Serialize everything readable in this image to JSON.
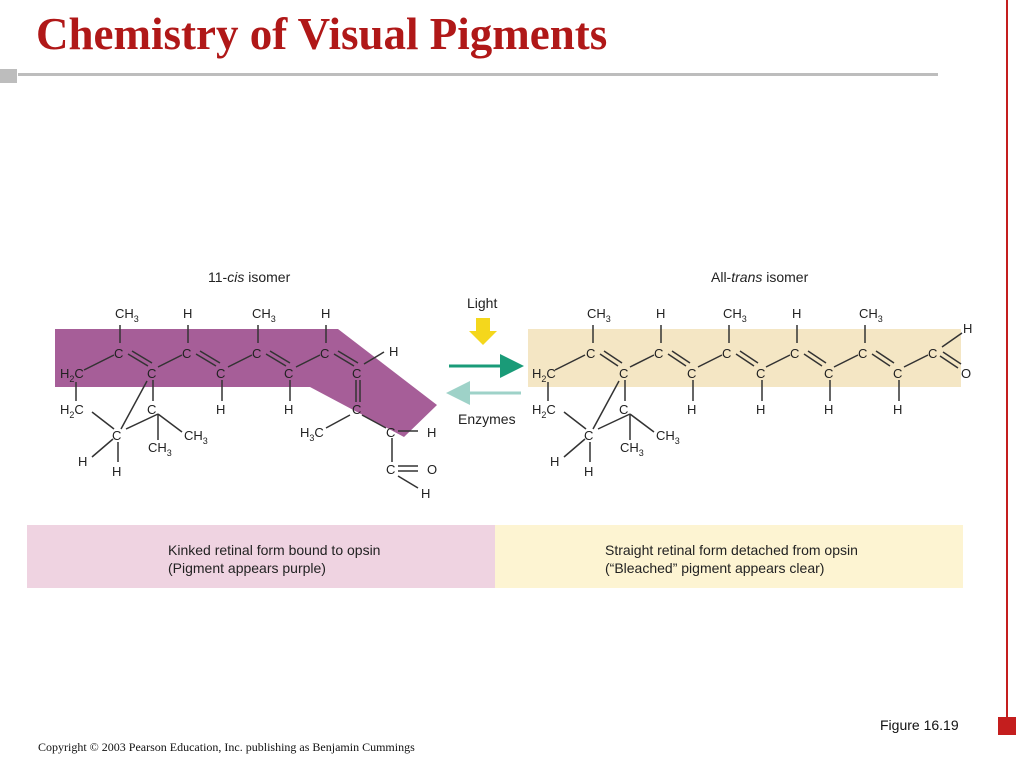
{
  "title": "Chemistry of Visual Pigments",
  "cis_heading": {
    "pre": "11-",
    "italic": "cis",
    "post": " isomer"
  },
  "trans_heading": {
    "pre": "All-",
    "italic": "trans",
    "post": " isomer"
  },
  "arrow_labels": {
    "light": "Light",
    "enzymes": "Enzymes"
  },
  "captions": {
    "left_line1": "Kinked retinal form bound to opsin",
    "left_line2": "(Pigment appears purple)",
    "right_line1": "Straight retinal form detached from opsin",
    "right_line2": "(“Bleached” pigment appears clear)"
  },
  "figure_label": "Figure 16.19",
  "copyright": "Copyright © 2003 Pearson Education, Inc. publishing as Benjamin Cummings",
  "atoms": {
    "C": "C",
    "H": "H",
    "O": "O",
    "CH3": "CH",
    "H2C": "H",
    "H3C": "H",
    "sub2": "2",
    "sub3": "3"
  },
  "colors": {
    "title": "#b01818",
    "purple_band": "#a65e98",
    "tan_band": "#f4e6c4",
    "caption_left_bg": "#efd3e1",
    "caption_right_bg": "#fdf4d2",
    "light_arrow": "#f4d71c",
    "forward_arrow": "#1a9b78",
    "reverse_arrow": "#9ed2c8",
    "accent_red": "#c41e1e"
  }
}
